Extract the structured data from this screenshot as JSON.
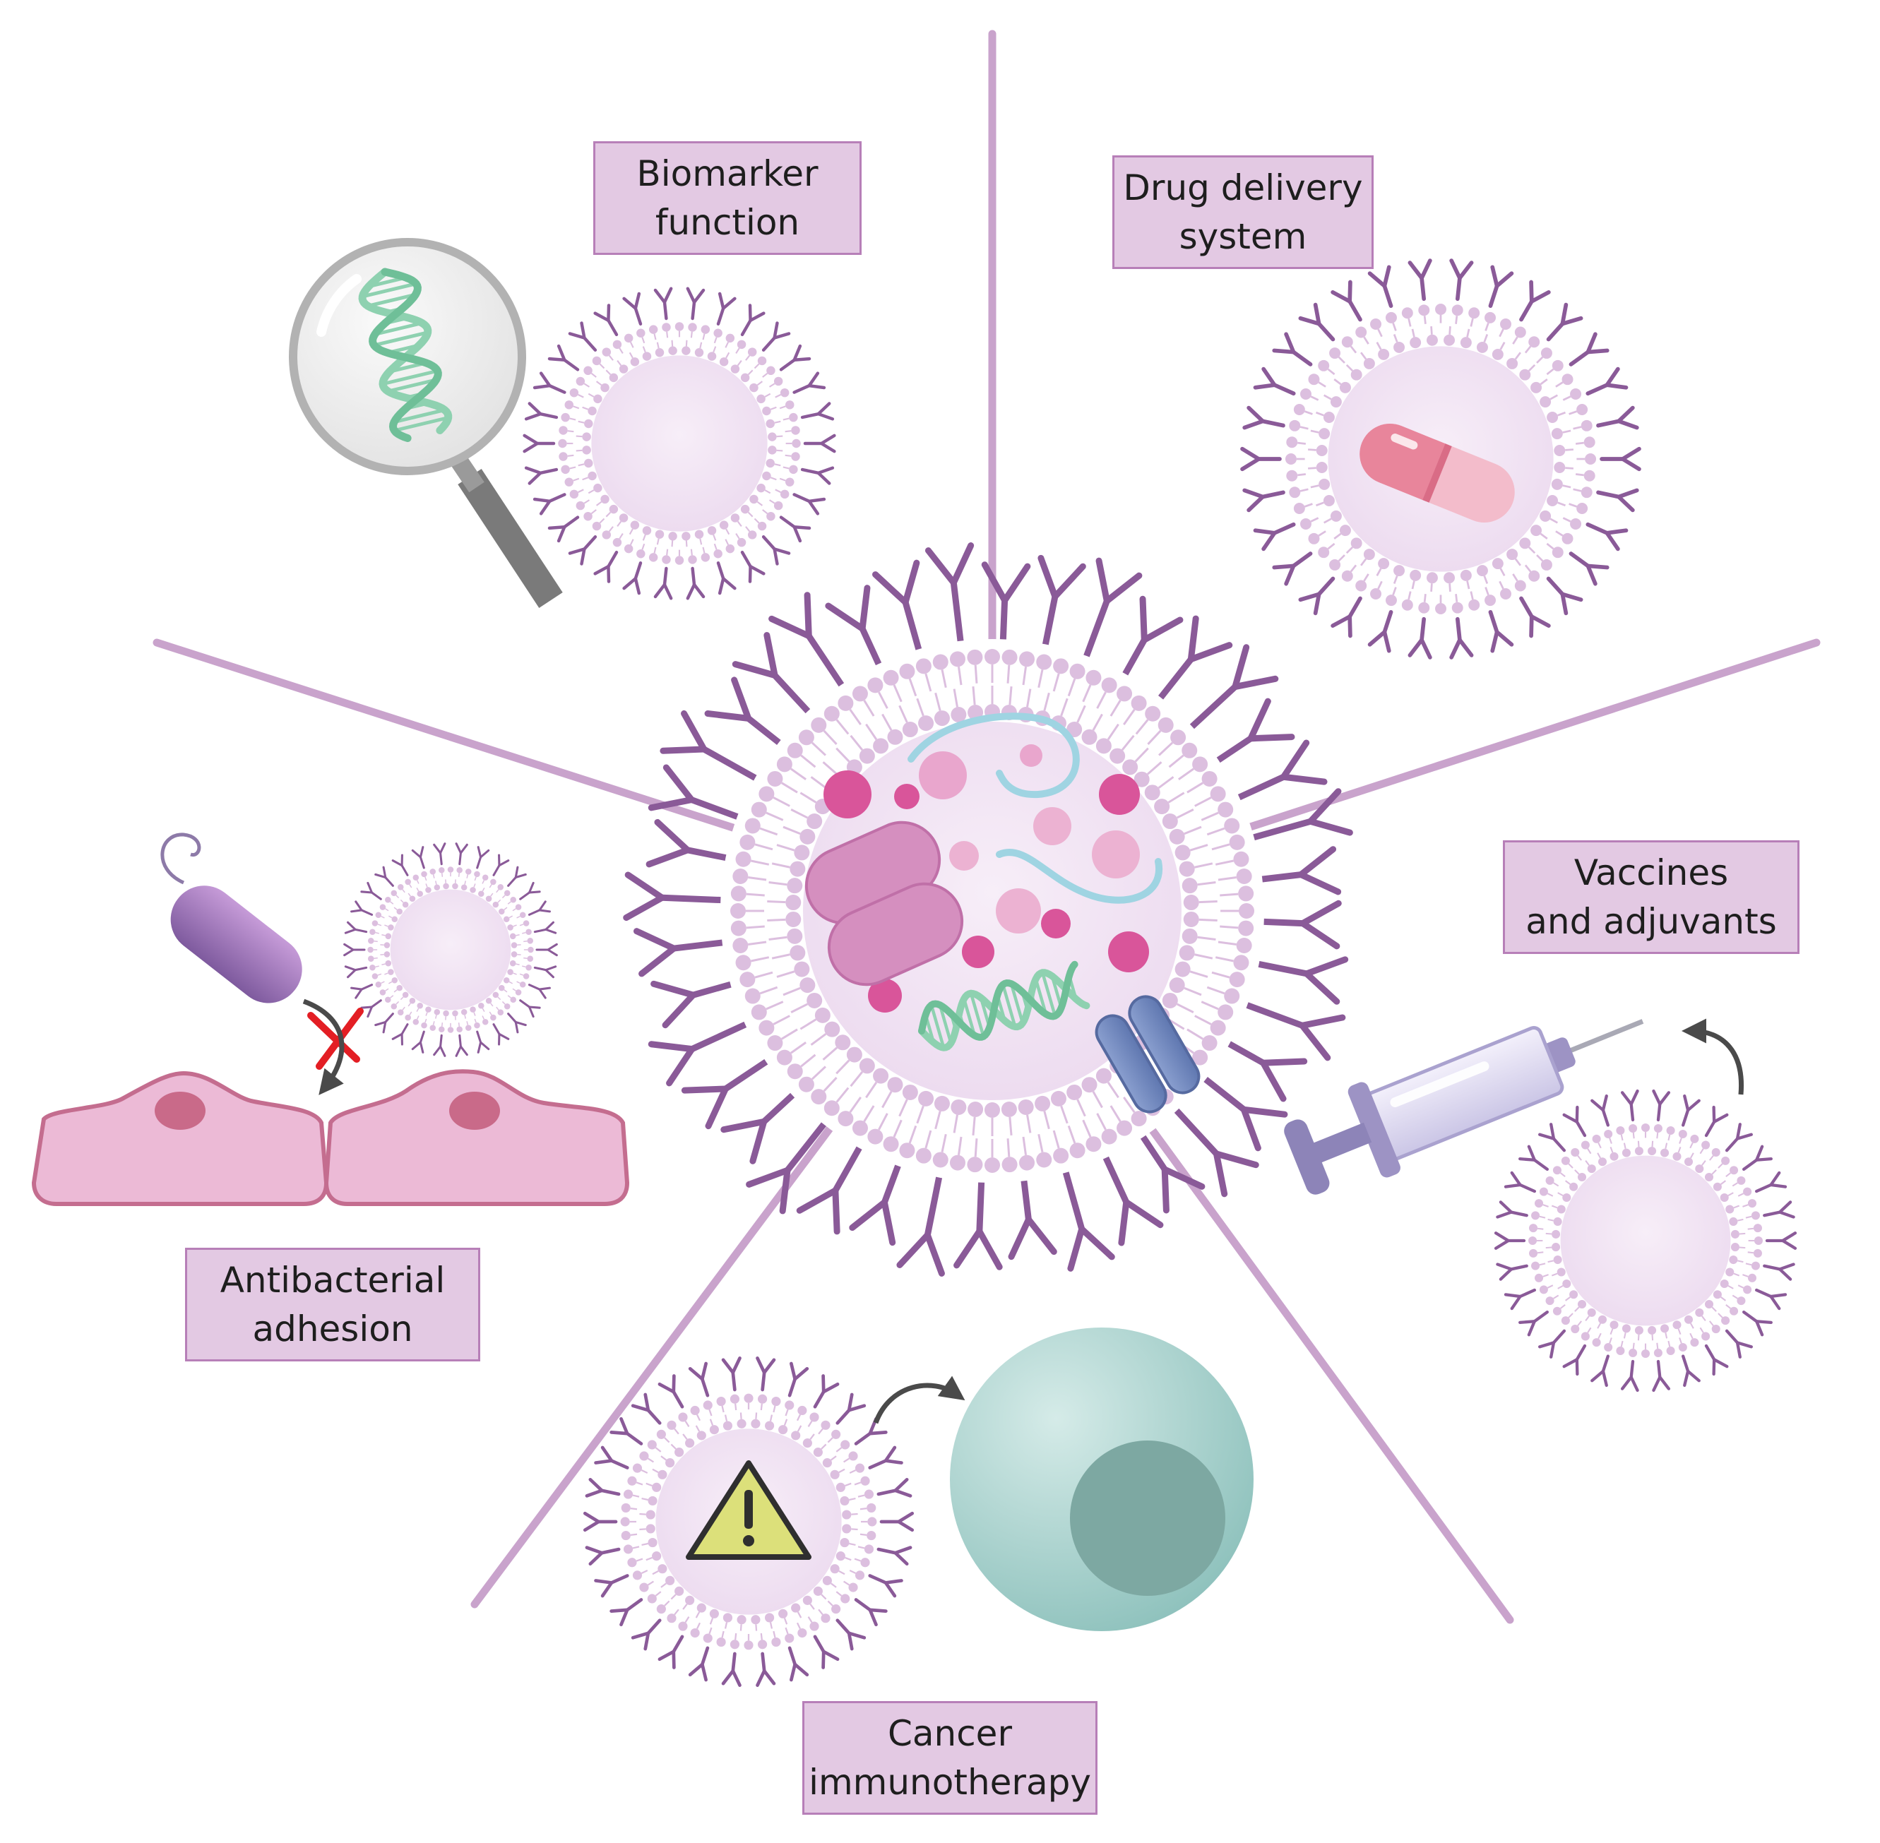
{
  "colors": {
    "spoke": "#c9a3cc",
    "membrane_head": "#dcbfdf",
    "vesicle_fill": "#f1e3f3",
    "antibody": "#8a5a98",
    "label_fill": "#e3c9e3",
    "label_border": "#b77fb8",
    "dna": "#8ed1b0",
    "rna": "#9fd4e2",
    "magenta": "#d9559a",
    "organelle": "#d58fbf",
    "immune_cell": "#a7d0cc",
    "epithelial_cell": "#ecbad6",
    "bacterium": "#9a6bb0"
  },
  "labels": {
    "biomarker": [
      "Biomarker",
      "function"
    ],
    "drug_delivery": [
      "Drug delivery",
      "system"
    ],
    "vaccines": [
      "Vaccines",
      "and adjuvants"
    ],
    "antibacterial": [
      "Antibacterial",
      "adhesion"
    ],
    "cancer": [
      "Cancer",
      "immunotherapy"
    ]
  },
  "icons": [
    "magnifier-dna-icon",
    "capsule-icon",
    "syringe-icon",
    "warning-icon",
    "bacterium-icon",
    "blocked-x-icon",
    "dendritic-cell-icon",
    "ion-channel-icon"
  ]
}
